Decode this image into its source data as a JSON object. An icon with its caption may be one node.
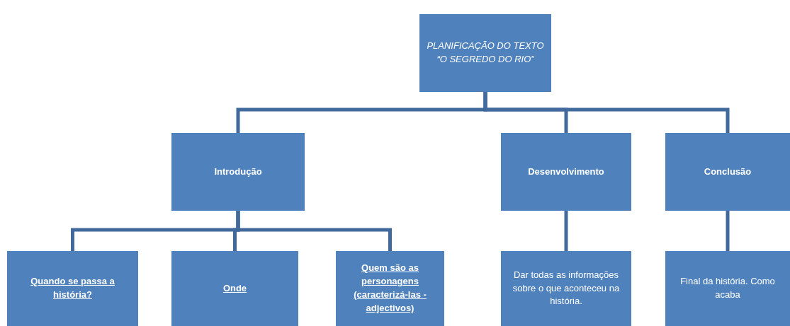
{
  "diagram": {
    "nodes": [
      {
        "text": [
          "PLANIFICAÇÃO DO TEXTO “O SEGREDO DO RIO”"
        ]
      },
      {
        "text": [
          "Introdução"
        ]
      },
      {
        "text": [
          "Desenvolvimento"
        ]
      },
      {
        "text": [
          "Conclusão"
        ]
      },
      {
        "text": [
          "Quando se passa a história?"
        ]
      },
      {
        "text": [
          "Onde"
        ]
      },
      {
        "text": [
          "Quem são as personagens (caracterizá-las - adjectivos)"
        ]
      },
      {
        "text": [
          "Dar todas as informações sobre o que aconteceu na história."
        ]
      },
      {
        "text": [
          "Final da história. Como acaba"
        ]
      }
    ],
    "edges": [
      {
        "from": 0,
        "to": 1,
        "arrow": "none"
      },
      {
        "from": 0,
        "to": 2,
        "arrow": "none"
      },
      {
        "from": 0,
        "to": 3,
        "arrow": "none"
      },
      {
        "from": 1,
        "to": 4,
        "arrow": "none"
      },
      {
        "from": 1,
        "to": 5,
        "arrow": "none"
      },
      {
        "from": 1,
        "to": 6,
        "arrow": "none"
      },
      {
        "from": 2,
        "to": 7,
        "arrow": "none"
      },
      {
        "from": 3,
        "to": 8,
        "arrow": "none"
      }
    ]
  }
}
